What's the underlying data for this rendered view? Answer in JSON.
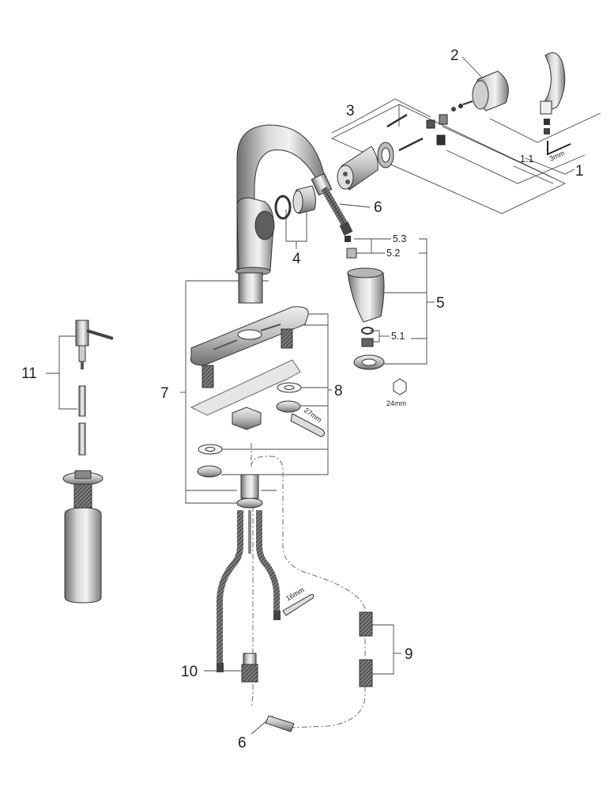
{
  "callouts": {
    "c1": "1",
    "c1_1": "1.1",
    "c2": "2",
    "c3": "3",
    "c4": "4",
    "c5": "5",
    "c5_1": "5.1",
    "c5_2": "5.2",
    "c5_3": "5.3",
    "c6_top": "6",
    "c6_bottom": "6",
    "c7": "7",
    "c8": "8",
    "c9": "9",
    "c10": "10",
    "c11": "11"
  },
  "dimensions": {
    "allen_key": "3mm",
    "hex_nut": "24mm",
    "wrench_27": "27mm",
    "wrench_16": "16mm"
  }
}
